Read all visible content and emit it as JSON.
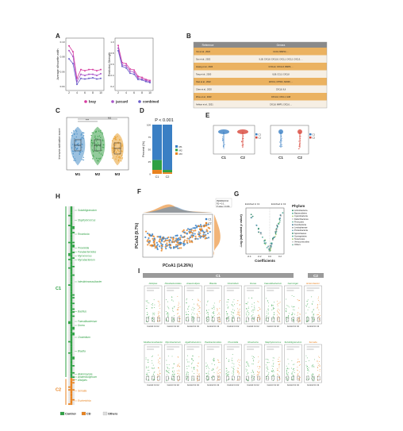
{
  "panels": {
    "A": {
      "label": "A",
      "left_ylabel": "Average silhouette width",
      "right_ylabel": "Prediction Strength",
      "xticks": [
        "2",
        "4",
        "6",
        "8",
        "10"
      ],
      "left_yticks": [
        "0.10",
        "0.08",
        "0.06",
        "0.04"
      ],
      "right_yticks": [
        "1.0",
        "0.8",
        "0.6",
        "0.4",
        "0.2"
      ],
      "legend": [
        {
          "name": "bray",
          "color": "#d63ba0"
        },
        {
          "name": "jaccard",
          "color": "#a855c8"
        },
        {
          "name": "combined",
          "color": "#6b5fc9"
        }
      ]
    },
    "B": {
      "label": "B",
      "header": [
        "Reference",
        "Genera"
      ],
      "rows": [
        [
          "Yan et al., 2022",
          "C1/C2, MMP13, ..."
        ],
        [
          "Sun et al., 2022",
          "IL1B, CXCL8, CXCL10, CXCL1, CXCL2, CXCL5, ..."
        ],
        [
          "Huang et al., 2024",
          "CXCL12, CXCL13, MMP9, ..."
        ],
        [
          "Tang et al., 2020",
          "IL1B, CCL3, CXCL8"
        ],
        [
          "Xiao et al., 2022",
          "APOC1, CTHRC, SFRP2, ..."
        ],
        [
          "Chen et al., 2020",
          "CXCL8, IL6"
        ],
        [
          "Zhou et al., 2023",
          "CXCL12, CXCL1, IL1B"
        ],
        [
          "Ashton et al., 2021",
          "CXCL8, MMP1, CXCL6, ..."
        ]
      ]
    },
    "C": {
      "label": "C",
      "ylabel": "Immune activation score",
      "groups": [
        "M1",
        "M2",
        "M3"
      ],
      "signif": [
        "***",
        "NS"
      ],
      "colors": [
        "#4a90c8",
        "#3ca24a",
        "#e8a030"
      ]
    },
    "D": {
      "label": "D",
      "title": "P < 0.001",
      "ylabel": "Percent (%)",
      "yticks": [
        "100",
        "75",
        "50",
        "25",
        "0"
      ],
      "xticks": [
        "C1",
        "C2"
      ],
      "legend": [
        "M1",
        "M2",
        "M3"
      ]
    },
    "E": {
      "label": "E",
      "xticks": [
        "C1",
        "C2"
      ],
      "legend": [
        "C1",
        "C2"
      ]
    },
    "F": {
      "label": "F",
      "xlabel": "PCoA1 (14.26%)",
      "ylabel": "PCoA2 (9.7%)",
      "legend": [
        "C1",
        "C2"
      ],
      "stats": [
        "PERMANOVA",
        "R2 = 0.0...",
        "P value = 0.001"
      ]
    },
    "G": {
      "label": "G",
      "top_left": "Enriched in C1",
      "top_right": "Enriched in C2",
      "xlabel": "Coefficients",
      "ylabel": "-Log (adjusted p value)",
      "xticks": [
        "-0.4",
        "-0.2",
        "0.0",
        "0.2"
      ],
      "legend_title": "Phylum",
      "phyla": [
        "Actinobacteria",
        "Bacteroidetes",
        "Cyanobacteria",
        "Deferribacteres",
        "Firmicutes",
        "Fusobacteria",
        "Lentisphaerae",
        "Proteobacteria",
        "Spirochaetes",
        "Synergistetes",
        "Tenericutes",
        "Verrucomicrobia",
        "Others"
      ]
    },
    "H": {
      "label": "H",
      "c1_label": "C1",
      "c2_label": "C2",
      "genera_c1": [
        "Subdoligranulum",
        "Staphylococcus",
        "Roseburia",
        "Prevotella",
        "Parabacteroides",
        "Mycococcus",
        "Mycobacterium",
        "Intestinimonas/bacter",
        "Bacillus",
        "Faecalibacterium",
        "Dorea",
        "Clostridium",
        "Blautia"
      ],
      "genera_c2": [
        "Akkermansia",
        "Anaerobutyricum",
        "Alistipes",
        "Serratia",
        "Escherichia"
      ],
      "legend": [
        {
          "name": "Control",
          "color": "#2ea043"
        },
        {
          "name": "CD",
          "color": "#e8821e"
        },
        {
          "name": "Others",
          "color": "#dddddd"
        }
      ]
    },
    "I": {
      "label": "I",
      "bar_c1": "C1",
      "bar_c2": "C2",
      "row1": [
        "Alistipes",
        "Parabacteroides",
        "Anaerostipes",
        "Blautia",
        "Clostridium",
        "Dorea",
        "Faecalibacterium",
        "Gemmiger",
        "Enterobacter"
      ],
      "row2": [
        "Mediterraneibacter",
        "Mycobacterium",
        "Agathobaculum",
        "Parabacteroides",
        "Prevotella",
        "Roseburia",
        "Staphylococcus",
        "Subdoligranulum",
        "Serratia"
      ],
      "xticks": [
        "Control C1",
        "C2"
      ]
    }
  }
}
